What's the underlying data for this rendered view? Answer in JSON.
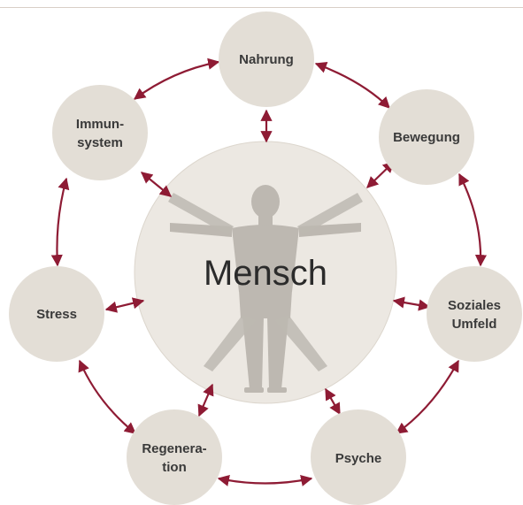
{
  "diagram": {
    "center": {
      "label": "Mensch"
    },
    "nodes": [
      {
        "id": "nahrung",
        "lines": [
          "Nahrung"
        ]
      },
      {
        "id": "bewegung",
        "lines": [
          "Bewegung"
        ]
      },
      {
        "id": "soziales-umfeld",
        "lines": [
          "Soziales",
          "Umfeld"
        ]
      },
      {
        "id": "psyche",
        "lines": [
          "Psyche"
        ]
      },
      {
        "id": "regeneration",
        "lines": [
          "Regenera-",
          "tion"
        ]
      },
      {
        "id": "stress",
        "lines": [
          "Stress"
        ]
      },
      {
        "id": "immunsystem",
        "lines": [
          "Immun-",
          "system"
        ]
      }
    ],
    "colors": {
      "node_fill": "#e3ded6",
      "center_fill": "#ece8e2",
      "figure": "#bdb8b1",
      "arrow": "#8e1b34",
      "text": "#3a3a3a"
    }
  }
}
